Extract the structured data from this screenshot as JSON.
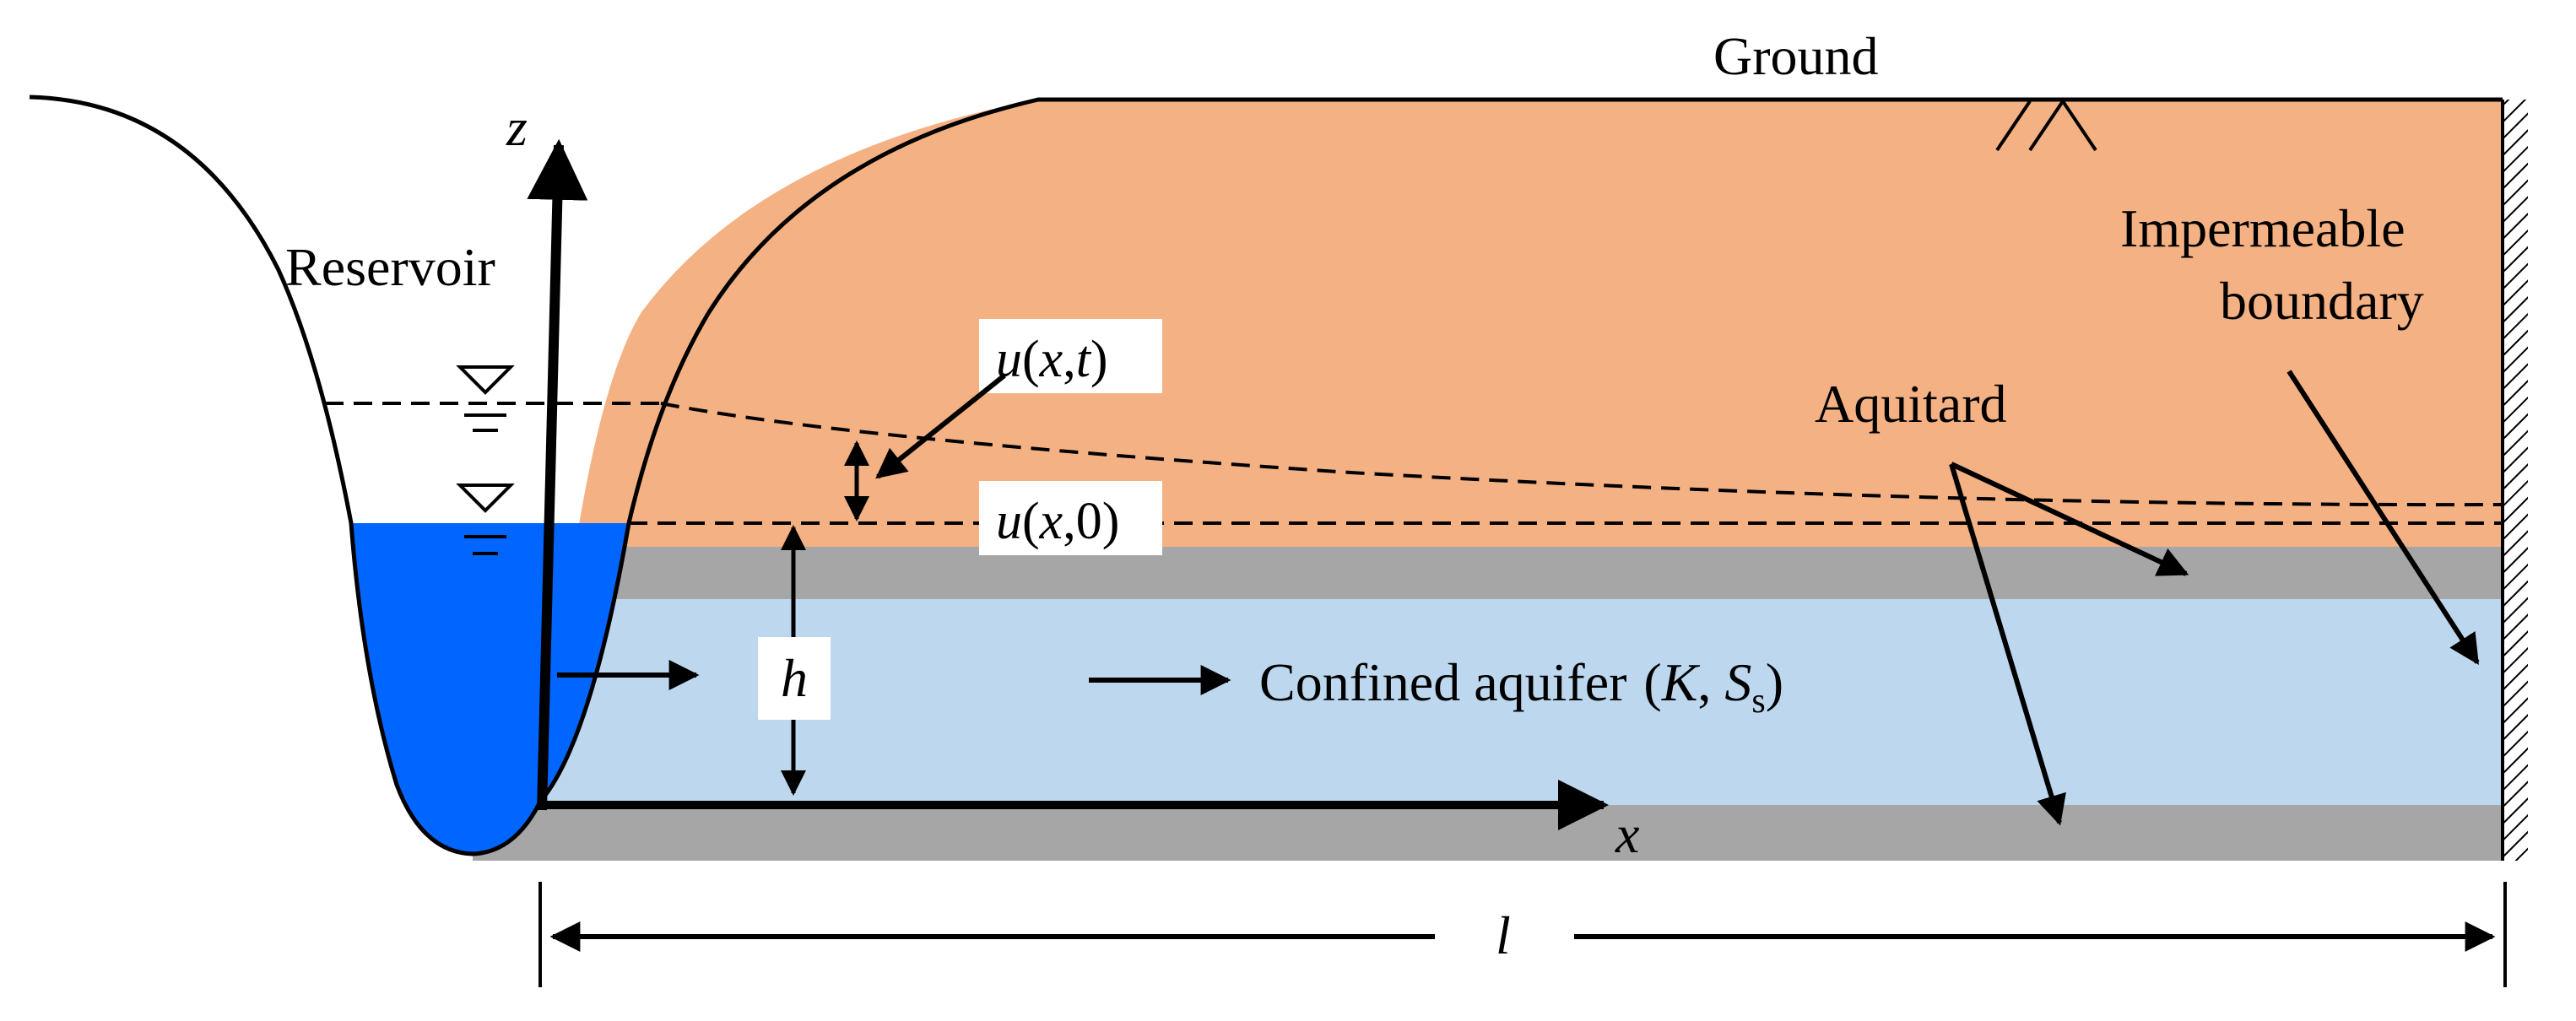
{
  "labels": {
    "ground": "Ground",
    "reservoir": "Reservoir",
    "impermeable_line1": "Impermeable",
    "impermeable_line2": "boundary",
    "aquitard": "Aquitard",
    "confined_aquifer": "Confined aquifer",
    "params_open": "(",
    "param_k": "K",
    "comma": ",",
    "param_s": "S",
    "param_s_sub": "s",
    "params_close": ")",
    "z_axis": "z",
    "x_axis": "x",
    "length": "l",
    "thickness": "h"
  },
  "u_xt": {
    "fn": "u",
    "open": "(",
    "x": "x",
    "sep": ",",
    "t": "t",
    "close": ")"
  },
  "u_x0": {
    "fn": "u",
    "open": "(",
    "x": "x",
    "sep": ",",
    "zero": "0",
    "close": ")"
  },
  "colors": {
    "water": "#0066ff",
    "soil": "#f4b183",
    "aquitard": "#a6a6a6",
    "aquifer": "#bdd7ee",
    "line": "#000000"
  }
}
